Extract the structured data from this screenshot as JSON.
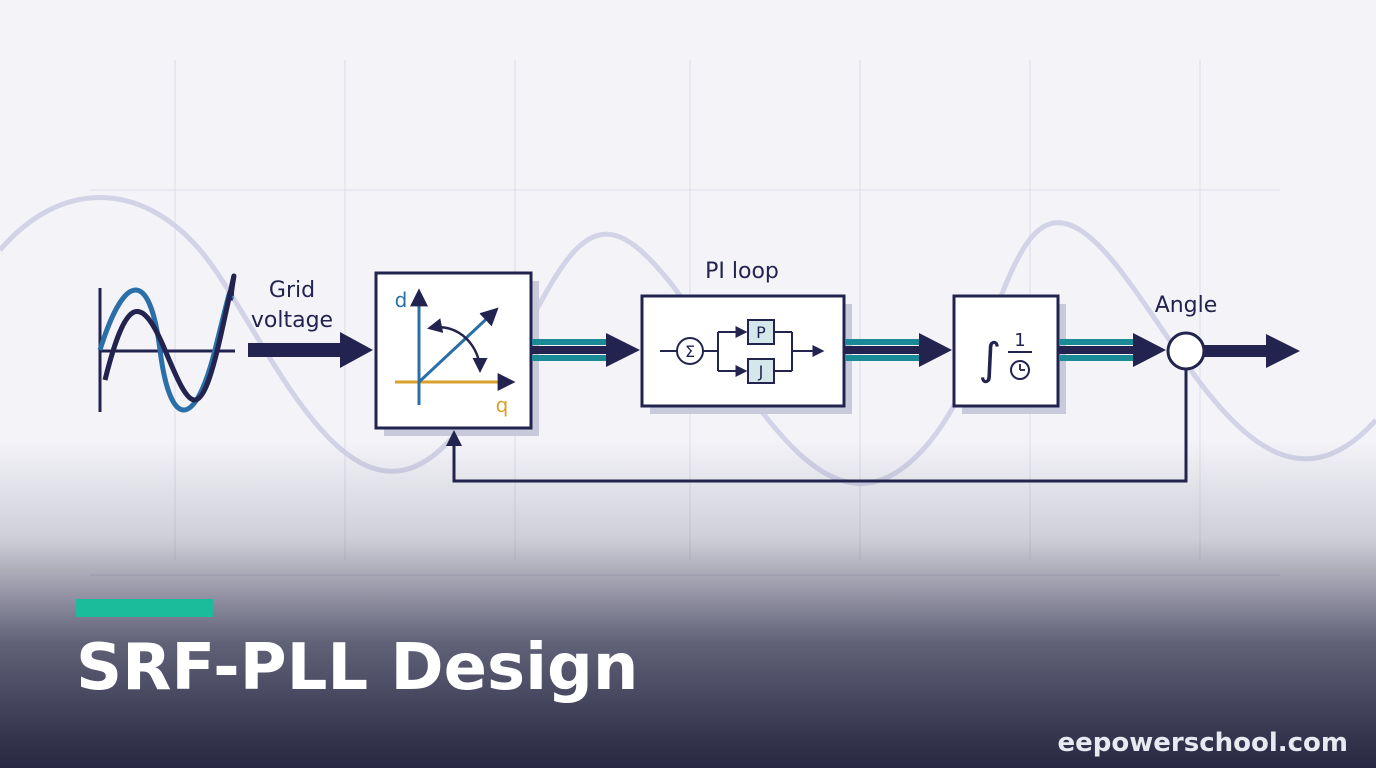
{
  "diagram": {
    "input_label_line1": "Grid",
    "input_label_line2": "voltage",
    "transform_axis_d": "d",
    "transform_axis_q": "q",
    "pi_label": "PI loop",
    "pi_sum_symbol": "Σ",
    "pi_p_label": "P",
    "pi_i_label": "J",
    "integrator_symbol": "∫",
    "integrator_numerator": "1",
    "output_label": "Angle"
  },
  "title": "SRF-PLL Design",
  "site": "eepowerschool.com",
  "colors": {
    "navy": "#23234f",
    "teal": "#1a8a96",
    "blue": "#2a6fa8",
    "orange": "#d9a12b",
    "accent": "#1abc9c"
  }
}
